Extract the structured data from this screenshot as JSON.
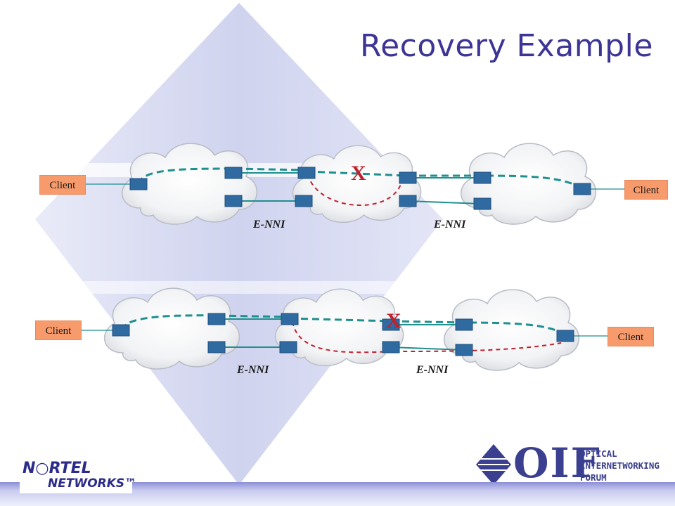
{
  "title": "Recovery Example",
  "diagrams": [
    {
      "client_left": "Client",
      "client_right": "Client",
      "enni_labels": [
        "E-NNI",
        "E-NNI"
      ],
      "failure_mark": "X"
    },
    {
      "client_left": "Client",
      "client_right": "Client",
      "enni_labels": [
        "E-NNI",
        "E-NNI"
      ],
      "failure_mark": "X"
    }
  ],
  "logos": {
    "nortel": [
      "N○RTEL",
      "NETWORKS™"
    ],
    "oif": {
      "mark": "OIF",
      "tagline": [
        "OPTICAL",
        "INTERNETWORKING",
        "FORUM"
      ]
    }
  },
  "colors": {
    "title": "#3d3596",
    "working_path": "#1f8f8f",
    "recovery_path": "#c0202e",
    "node": "#2f6aa0",
    "client_box": "#f79b6c",
    "background_diamond": "#d8dbf2"
  }
}
